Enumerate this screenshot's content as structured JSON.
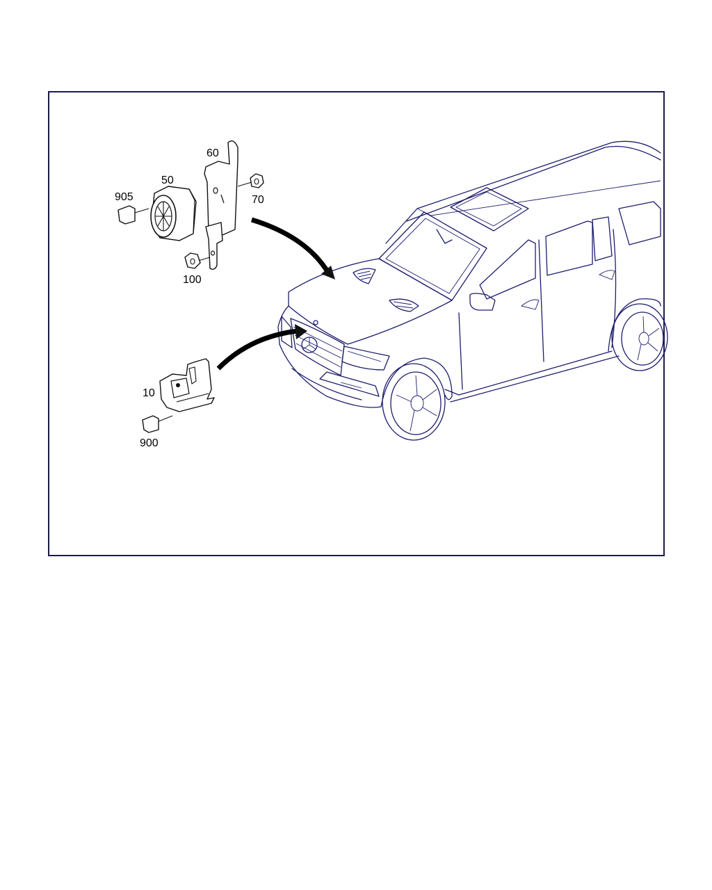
{
  "callouts": {
    "c60": "60",
    "c50": "50",
    "c905": "905",
    "c70": "70",
    "c100": "100",
    "c10": "10",
    "c900": "900"
  },
  "colors": {
    "line": "#1c1c6e",
    "frame": "#1a1a4a",
    "part": "#111111"
  }
}
